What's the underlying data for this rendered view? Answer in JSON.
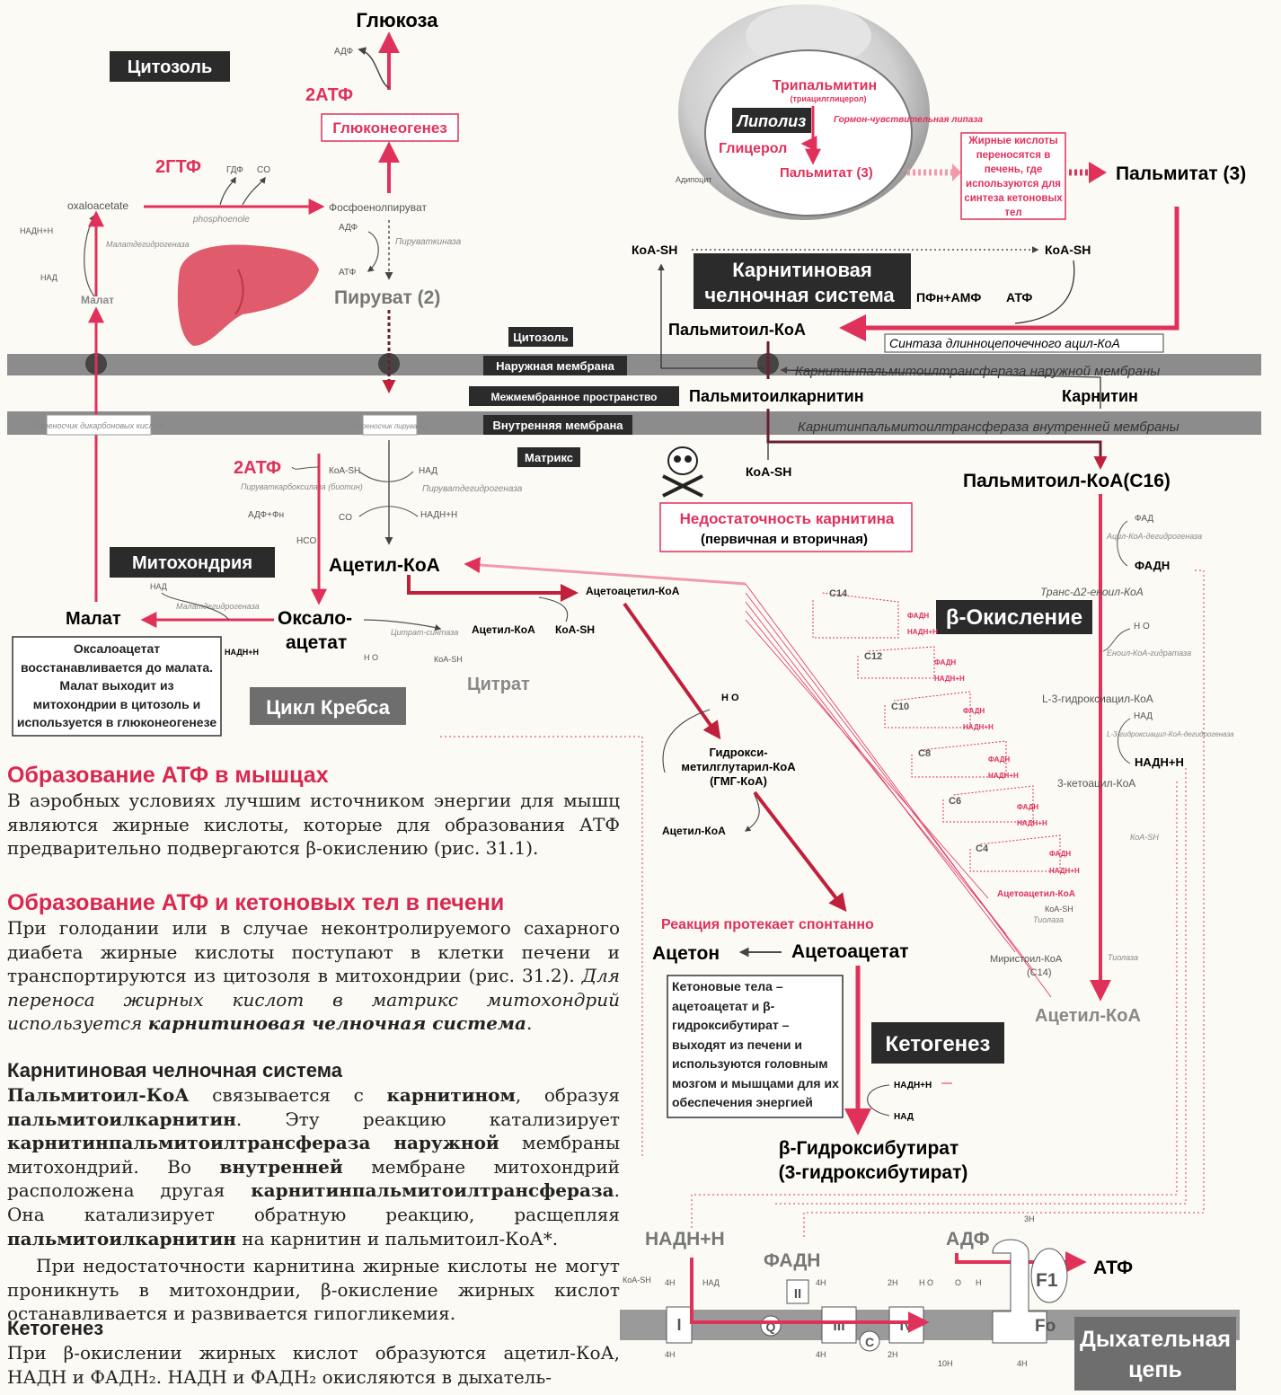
{
  "colors": {
    "accent": "#e0315a",
    "dark": "#2b2b2b",
    "membrane": "#8c8c8c"
  },
  "labels": {
    "glucose": "Глюкоза",
    "cytosol": "Цитозоль",
    "adp_top": "АДФ",
    "atp2_top": "2АТФ",
    "gluconeogenesis": "Глюконеогенез",
    "gtp2": "2ГТФ",
    "gdp": "ГДФ",
    "co2": "CO",
    "oxaloacetate_en": "oxaloacetate",
    "phosphoenol_small": "phosphoenole",
    "pep": "Фосфоенолпируват",
    "adp_mid": "АДФ",
    "atp_mid": "АТФ",
    "pyruvate_kinase": "Пируваткиназа",
    "pyruvate": "Пируват (2)",
    "nadh_left": "НАДН+Н",
    "nad_left": "НАД",
    "malate_dh": "Малатдегидрогеназа",
    "malate_top": "Малат",
    "tripalmitin": "Трипальмитин",
    "tripalmitin_sub": "(триацилглицерол)",
    "lipolysis": "Липолиз",
    "hormone_lipase": "Гормон-чувствительная липаза",
    "glycerol": "Глицерол",
    "adipocyte": "Адипоцит",
    "palmitate_adipo": "Пальмитат (3)",
    "fa_box": "Жирные кислоты переносятся в печень, где используются для синтеза кетоновых тел",
    "palmitate_right": "Пальмитат (3)",
    "coash_left": "КоА-SH",
    "coash_right": "КоА-SH",
    "carnitine_shuttle_1": "Карнитиновая",
    "carnitine_shuttle_2": "челночная система",
    "ppi_amp": "ПФн+АМФ",
    "atp_shuttle": "АТФ",
    "palmitoyl_coa": "Пальмитоил-КоА",
    "acyl_coa_synthase": "Синтаза длинноцепочечного ацил-КоА",
    "mem_cytosol": "Цитозоль",
    "mem_outer": "Наружная мембрана",
    "mem_inter": "Межмембранное пространство",
    "mem_inner": "Внутренняя мембрана",
    "mem_matrix": "Матрикс",
    "cpt_outer": "Карнитинпальмитоилтрансфераза наружной мембраны",
    "palmitoylcarnitine": "Пальмитоилкарнитин",
    "carnitine": "Карнитин",
    "cpt_inner": "Карнитинпальмитоилтрансфераза внутренней мембраны",
    "dicarb_carrier": "Переносчик дикарбоновых кислот",
    "pyr_carrier": "Переносчик пирувата",
    "atp2_mid": "2АТФ",
    "pyr_carboxylase": "Пируваткарбоксилаза (биотин)",
    "adp_pi": "АДФ+Фн",
    "coash_mid": "КоА-SH",
    "nad_mid": "НАД",
    "pdh": "Пируватдегидрогеназа",
    "co2_mid": "CO",
    "nadh_mid": "НАДН+Н",
    "hco3": "HCO",
    "coash_matrix": "КоА-SH",
    "palmitoyl_coa_c16": "Пальмитоил-КоА(C16)",
    "carnitine_def_1": "Недостаточность карнитина",
    "carnitine_def_2": "(первичная и вторичная)",
    "mitochondria": "Митохондрия",
    "nad_mito": "НАД",
    "malate_dh2": "Малатдегидрогеназа",
    "malate": "Малат",
    "oxaloacetate_1": "Оксало-",
    "oxaloacetate_2": "ацетат",
    "acetyl_coa": "Ацетил-КоА",
    "nadh_mito": "НАДН+Н",
    "citrate_synthase": "Цитрат-синтаза",
    "h2o_krebs": "H O",
    "coash_krebs": "КоА-SH",
    "citrate": "Цитрат",
    "krebs": "Цикл Кребса",
    "malate_note": "Оксалоацетат восстанавливается до малата. Малат выходит из митохондрии в цитозоль и используется в глюконеогенезе",
    "acetoacetyl_coa": "Ацетоацетил-КоА",
    "acetyl_coa2": "Ацетил-КоА",
    "coash_thiolase": "КоА-SH",
    "h2o_hmg": "H O",
    "hmg_1": "Гидрокси-",
    "hmg_2": "метилглутарил-КоА",
    "hmg_3": "(ГМГ-КоА)",
    "acetyl_coa3": "Ацетил-КоА",
    "spontaneous": "Реакция протекает спонтанно",
    "acetone": "Ацетон",
    "acetoacetate": "Ацетоацетат",
    "ketone_note": "Кетоновые тела – ацетоацетат и β-гидроксибутират – выходят из печени и используются головным мозгом и мышцами для их обеспечения энергией",
    "ketogenesis": "Кетогенез",
    "nadh_keto": "НАДН+Н",
    "nad_keto": "НАД",
    "bhb_1": "β-Гидроксибутират",
    "bhb_2": "(3-гидроксибутират)",
    "beta_ox": "β-Окисление",
    "fad": "ФАД",
    "acyl_coa_dh": "Ацил-КоА-дегидрогеназа",
    "fadh2": "ФАДН",
    "trans_enoyl": "Транс-Δ2-еноил-КоА",
    "h2o_b": "H O",
    "enoyl_hydratase": "Еноил-КоА-гидратаза",
    "hydroxyacyl": "L-3-гидроксиацил-КоА",
    "nad_b": "НАД",
    "hydroxyacyl_dh": "L-3-гидроксиацил-КоА-дегидрогеназа",
    "nadh_b": "НАДН+Н",
    "ketoacyl": "3-кетоацил-КоА",
    "coash_b": "КоА-SH",
    "c14": "C14",
    "c12": "C12",
    "c10": "C10",
    "c8": "C8",
    "c6": "C6",
    "c4": "C4",
    "fadh2_s": "ФАДН",
    "nadh_s": "НАДН+Н",
    "acetoacetyl_b": "Ацетоацетил-КоА",
    "coash_b2": "КоА-SH",
    "thiolase": "Тиолаза",
    "myristoyl": "Миристоил-КоА",
    "myristoyl_c": "(C14)",
    "thiolase2": "Тиолаза",
    "acetyl_coa_out": "Ацетил-КоА",
    "resp_nadh": "НАДН+Н",
    "resp_fadh2": "ФАДН",
    "resp_adp": "АДФ",
    "resp_atp": "АТФ",
    "resp_coash": "КоА-SH",
    "resp_4h": "4H",
    "resp_nad": "НАД",
    "resp_i": "I",
    "resp_ii": "II",
    "resp_iii": "III",
    "resp_iv": "IV",
    "resp_q": "Q",
    "resp_c": "C",
    "resp_f1": "F1",
    "resp_f0": "Fo",
    "resp_2h": "2H",
    "resp_h2o": "H O",
    "resp_o2": "O",
    "resp_h": "H",
    "resp_10h": "10H",
    "resp_3h": "3H",
    "resp_chain_1": "Дыхательная",
    "resp_chain_2": "цепь"
  },
  "article": {
    "h_muscle": "Образование АТФ в мышцах",
    "p_muscle": "В аэробных условиях лучшим источником энергии для мышц являются жирные кислоты, которые для образования АТФ предварительно подвергаются β-окислению (рис. 31.1).",
    "h_liver": "Образование АТФ и кетоновых тел в печени",
    "p_liver_a": "При голодании или в случае неконтролируемого сахарного диабета жирные кислоты поступают в клетки печени и транспортируются из цитозоля в митохондрии (рис. 31.2). ",
    "p_liver_b": "Для переноса жирных кислот в матрикс митохондрий используется ",
    "p_liver_c": "карнитиновая челночная система",
    "p_liver_d": ".",
    "h_shuttle": "Карнитиновая челночная система",
    "s1": "Пальмитоил-КоА",
    "s2": " связывается с ",
    "s3": "карнитином",
    "s4": ", образуя ",
    "s5": "пальмитоилкарнитин",
    "s6": ". Эту реакцию катализирует ",
    "s7": "карнитинпальмитоилтрансфераза наружной",
    "s8": " мембраны митохондрий. Во ",
    "s9": "внутренней",
    "s10": " мембране митохондрий расположена другая ",
    "s11": "карнитинпальмитоилтрансфераза",
    "s12": ". Она катализирует обратную реакцию, расщепляя ",
    "s13": "пальмитоилкарнитин",
    "s14": " на карнитин и пальмитоил-КоА*.",
    "p_deficiency": "При недостаточности карнитина жирные кислоты не могут проникнуть в митохондрии, β-окисление жирных кислот останавливается и развивается гипогликемия.",
    "h_keto": "Кетогенез",
    "p_keto": "При β-окислении жирных кислот образуются ацетил-КоА, НАДН и ФАДН₂. НАДН и ФАДН₂ окисляются в дыхатель-"
  }
}
